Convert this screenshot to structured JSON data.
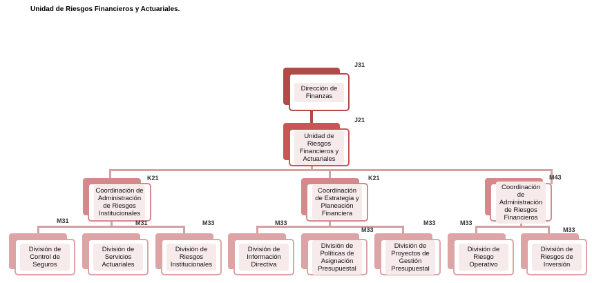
{
  "title": "Unidad de Riesgos Financieros y Actuariales.",
  "colors": {
    "level1": "#b24a4a",
    "level2": "#c85656",
    "level3": "#d48a8a",
    "level4": "#dca4a4"
  },
  "nodes": {
    "direccion": {
      "label": "Dirección de Finanzas",
      "code": "J31"
    },
    "unidad": {
      "label": "Unidad de Riesgos Financieros y Actuariales",
      "code": "J21"
    },
    "coord1": {
      "label": "Coordinación de Administración de Riesgos Institucionales",
      "code": "K21"
    },
    "coord2": {
      "label": "Coordinación de Estrategia y Planeación Financiera",
      "code": "K21"
    },
    "coord3": {
      "label": "Coordinación de Administración de Riesgos Financieros",
      "code": "M43"
    },
    "div1": {
      "label": "División de Control de Seguros",
      "code": "M31"
    },
    "div2": {
      "label": "División de Servicios Actuariales",
      "code": "M31"
    },
    "div3": {
      "label": "División de Riesgos Institucionales",
      "code": "M33"
    },
    "div4": {
      "label": "División de Información Directiva",
      "code": "M33"
    },
    "div5": {
      "label": "División de Políticas de Asignación Presupuestal",
      "code": "M33"
    },
    "div6": {
      "label": "División de Proyectos de Gestión Presupuestal",
      "code": "M33"
    },
    "div7": {
      "label": "División de Riesgo Operativo",
      "code": "M33"
    },
    "div8": {
      "label": "División de Riesgos de Inversión",
      "code": "M33"
    }
  }
}
